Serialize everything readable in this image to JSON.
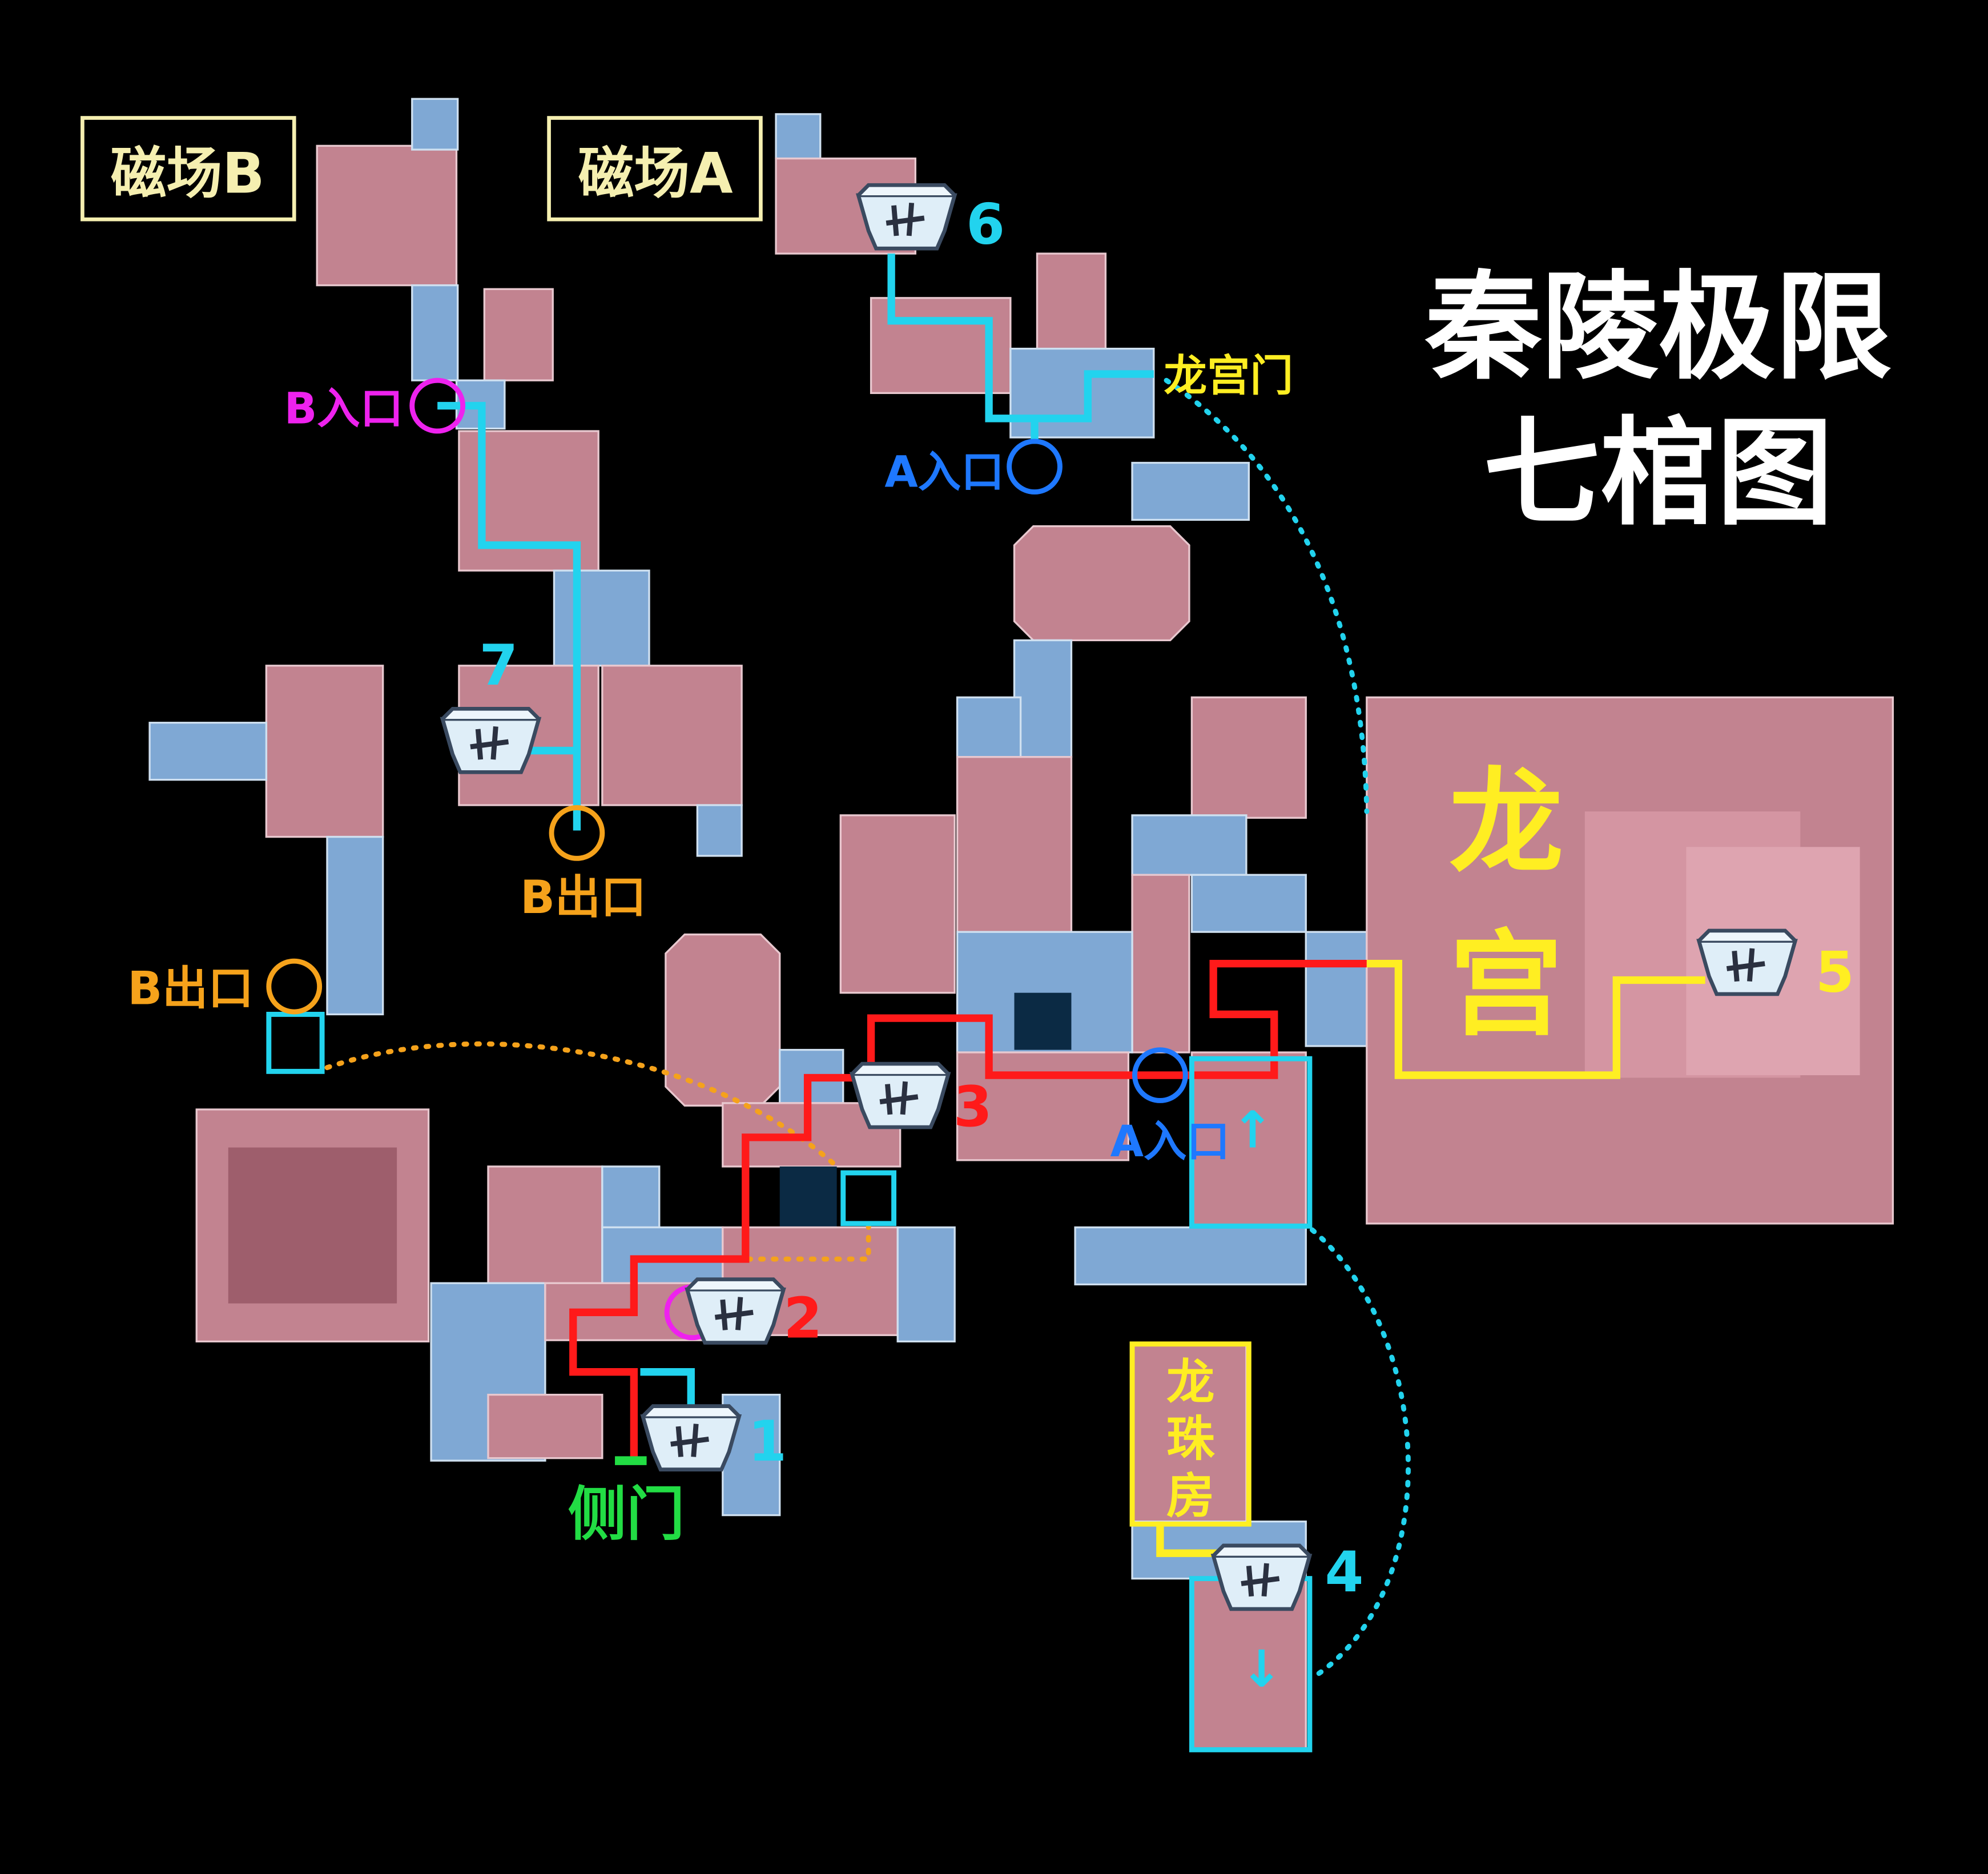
{
  "title": {
    "line1": "秦陵极限",
    "line2": "七棺图"
  },
  "zones": {
    "field_b": "磁场B",
    "field_a": "磁场A"
  },
  "labels": {
    "b_entrance": "B入口",
    "a_entrance_top": "A入口",
    "dragon_palace_gate": "龙宫门",
    "b_exit_upper": "B出口",
    "b_exit_left": "B出口",
    "a_entrance_mid": "A入口",
    "dragon_palace_1": "龙",
    "dragon_palace_2": "宫",
    "side_door": "侧门",
    "pearl_room_1": "龙",
    "pearl_room_2": "珠",
    "pearl_room_3": "房"
  },
  "coffins": [
    {
      "number": "1",
      "color": "#22d3ee"
    },
    {
      "number": "2",
      "color": "#ff1a1a"
    },
    {
      "number": "3",
      "color": "#ff1a1a"
    },
    {
      "number": "4",
      "color": "#22d3ee"
    },
    {
      "number": "5",
      "color": "#ffee22"
    },
    {
      "number": "6",
      "color": "#22d3ee"
    },
    {
      "number": "7",
      "color": "#22d3ee"
    }
  ],
  "colors": {
    "cyan": "#22d3ee",
    "red": "#ff1a1a",
    "yellow": "#ffee22",
    "magenta": "#ee22ee",
    "orange": "#f5a21b",
    "blue": "#1e78ff",
    "green": "#22dd44"
  }
}
